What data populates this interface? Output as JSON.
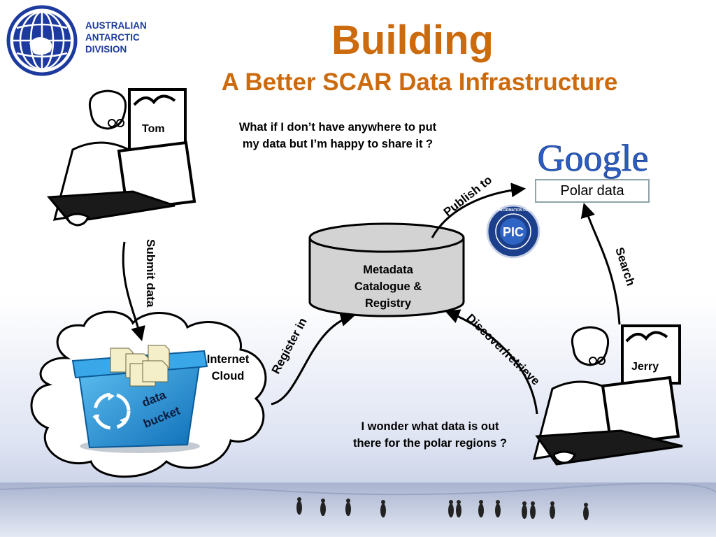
{
  "slide": {
    "title_line1": "Building",
    "title_line2": "A Better SCAR Data Infrastructure"
  },
  "logo": {
    "line1": "AUSTRALIAN",
    "line2": "ANTARCTIC",
    "line3": "DIVISION"
  },
  "people": {
    "tom": "Tom",
    "jerry": "Jerry"
  },
  "questions": {
    "tom_line1": "What if I don’t have anywhere to put",
    "tom_line2": "my data but I’m happy to share it ?",
    "jerry_line1": "I wonder what data is out",
    "jerry_line2": "there for the polar regions ?"
  },
  "nodes": {
    "catalogue_line1": "Metadata",
    "catalogue_line2": "Catalogue &",
    "catalogue_line3": "Registry",
    "cloud_line1": "Internet",
    "cloud_line2": "Cloud",
    "bucket_line1": "data",
    "bucket_line2": "bucket",
    "google": "Google",
    "polar_box": "Polar data",
    "pic": "PIC",
    "pic_ring": "POLAR INFORMATION COMMONS"
  },
  "edges": {
    "submit": "Submit data",
    "register": "Register in",
    "publish": "Publish to",
    "discover": "Discover/retrieve",
    "search": "Search"
  },
  "colors": {
    "title": "#cc6a0e",
    "logo_blue": "#1d3a9e",
    "bucket_blue": "#1f8fd6",
    "catalogue_fill": "#d3d3d3"
  }
}
